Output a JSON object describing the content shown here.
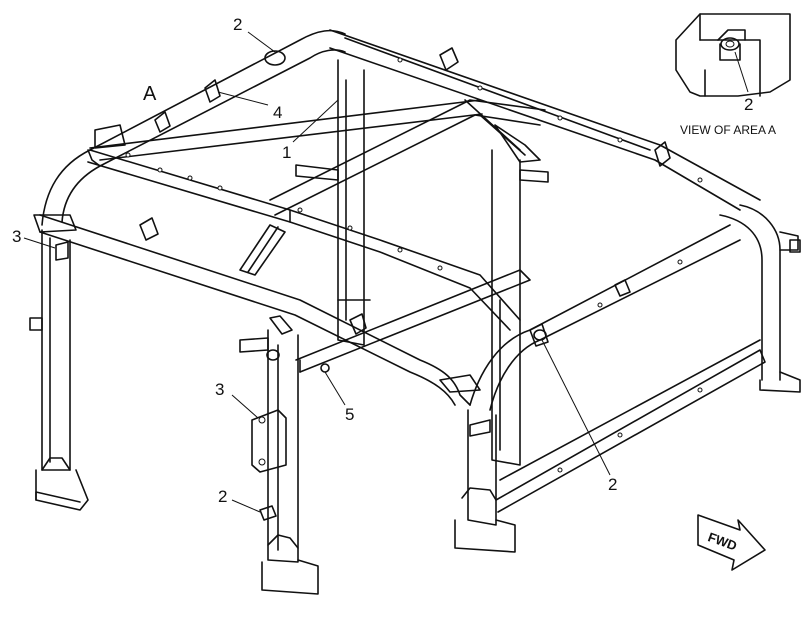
{
  "area_label": "A",
  "view_caption": "VIEW OF AREA A",
  "fwd_label": "FWD",
  "callouts": [
    {
      "id": "c2-top",
      "text": "2"
    },
    {
      "id": "c4",
      "text": "4"
    },
    {
      "id": "c1",
      "text": "1"
    },
    {
      "id": "c3-left",
      "text": "3"
    },
    {
      "id": "c3-mid",
      "text": "3"
    },
    {
      "id": "c5",
      "text": "5"
    },
    {
      "id": "c2-mid",
      "text": "2"
    },
    {
      "id": "c2-right",
      "text": "2"
    },
    {
      "id": "c2-detail",
      "text": "2"
    }
  ]
}
